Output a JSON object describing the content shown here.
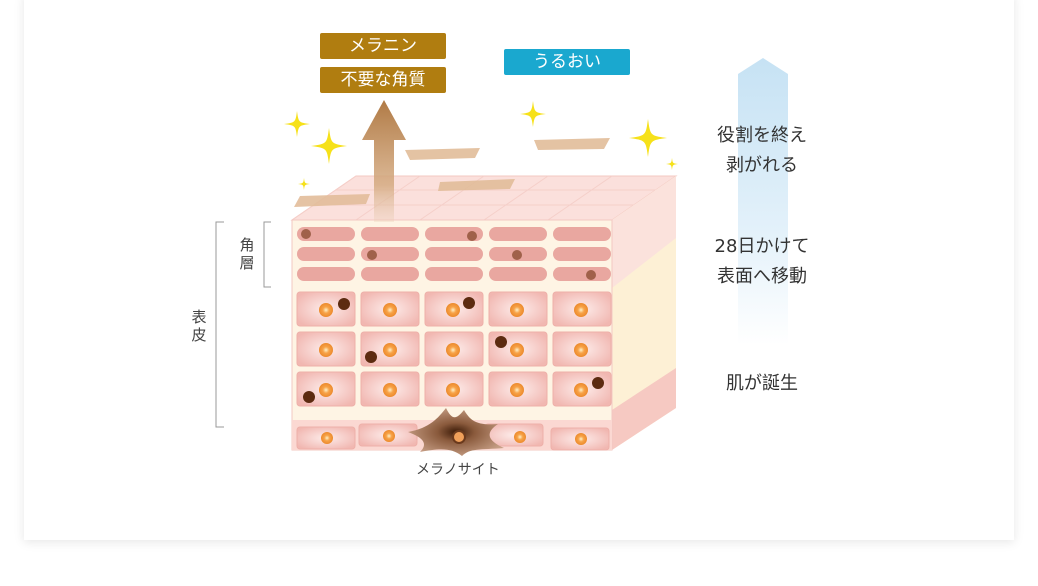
{
  "tags": {
    "melanin": "メラニン",
    "waste": "不要な角質",
    "moisture": "うるおい"
  },
  "side_labels": {
    "stratum_corneum": [
      "角",
      "層"
    ],
    "epidermis": [
      "表",
      "皮"
    ],
    "melanocyte": "メラノサイト"
  },
  "stages": {
    "shed": [
      "役割を終え",
      "剥がれる"
    ],
    "move": [
      "28日かけて",
      "表面へ移動"
    ],
    "born": "肌が誕生"
  },
  "colors": {
    "melanin_tag": "#b07d10",
    "moisture_tag": "#1aa8cf",
    "arrow": "#c08f5e",
    "sparkle": "#f6e11a",
    "cell_pink": "#f3c4c0",
    "cell_flat": "#e9a7a0",
    "nucleus": "#f39a43",
    "melanin_dot": "#5c2b10",
    "side_face": "#fdf0d5",
    "progress_arrow": "#cfe7f6"
  }
}
